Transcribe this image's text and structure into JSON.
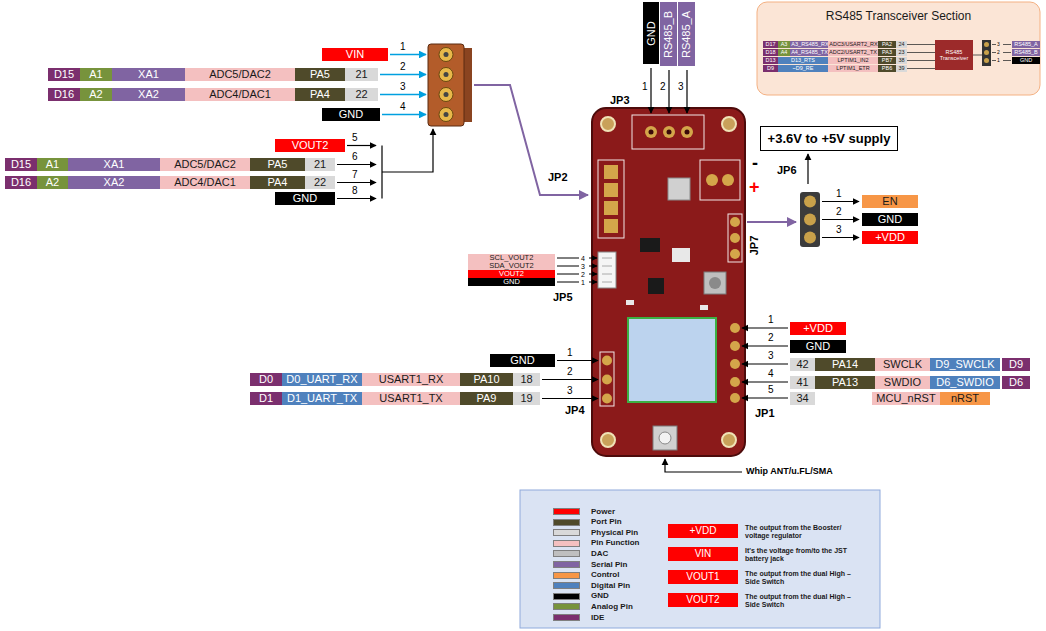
{
  "diagram": {
    "nodes": [
      {
        "text": [
          "VIN"
        ]
      },
      {
        "text": [
          "D15"
        ]
      },
      {
        "text": [
          "A1"
        ]
      },
      {
        "text": [
          "XA1"
        ]
      },
      {
        "text": [
          "ADC5/DAC2"
        ]
      },
      {
        "text": [
          "PA5"
        ]
      },
      {
        "text": [
          "21"
        ]
      },
      {
        "text": [
          "D16"
        ]
      },
      {
        "text": [
          "A2"
        ]
      },
      {
        "text": [
          "XA2"
        ]
      },
      {
        "text": [
          "ADC4/DAC1"
        ]
      },
      {
        "text": [
          "PA4"
        ]
      },
      {
        "text": [
          "22"
        ]
      },
      {
        "text": [
          "GND"
        ]
      },
      {
        "text": [
          "GND"
        ]
      },
      {
        "text": [
          "RS485_B"
        ]
      },
      {
        "text": [
          "RS485_A"
        ]
      },
      {
        "text": [
          "RS485 Transceiver Section"
        ]
      },
      {
        "text": [
          "D17"
        ],
        "in": 17
      },
      {
        "text": [
          "A3"
        ],
        "in": 17
      },
      {
        "text": [
          "A3_RS485_RX"
        ],
        "in": 17
      },
      {
        "text": [
          "ADC3/USART2_RX"
        ],
        "in": 17
      },
      {
        "text": [
          "PA2"
        ],
        "in": 17
      },
      {
        "text": [
          "24"
        ],
        "in": 17
      },
      {
        "text": [
          "D18"
        ],
        "in": 17
      },
      {
        "text": [
          "A4"
        ],
        "in": 17
      },
      {
        "text": [
          "A4_RS485_TX"
        ],
        "in": 17
      },
      {
        "text": [
          "ADC2/USART2_TX"
        ],
        "in": 17
      },
      {
        "text": [
          "PA3"
        ],
        "in": 17
      },
      {
        "text": [
          "23"
        ],
        "in": 17
      },
      {
        "text": [
          "D13"
        ],
        "in": 17
      },
      {
        "text": [
          "D13_RTS"
        ],
        "in": 17
      },
      {
        "text": [
          "LPTIM1_IN2"
        ],
        "in": 17
      },
      {
        "text": [
          "PB7"
        ],
        "in": 17
      },
      {
        "text": [
          "38"
        ],
        "in": 17
      },
      {
        "text": [
          "D9"
        ],
        "in": 17
      },
      {
        "text": [
          "~D9_RE"
        ],
        "in": 17
      },
      {
        "text": [
          "LPTIM1_ETR"
        ],
        "in": 17
      },
      {
        "text": [
          "PB6"
        ],
        "in": 17
      },
      {
        "text": [
          "39"
        ],
        "in": 17
      },
      {
        "text": [
          "RS485 Transceiver"
        ],
        "in": 17
      },
      {
        "text": [
          "RS485_A"
        ],
        "in": 17
      },
      {
        "text": [
          "RS485_B"
        ],
        "in": 17
      },
      {
        "text": [
          "GND"
        ],
        "in": 17
      },
      {
        "text": [
          "+3.6V to +5V supply"
        ]
      },
      {
        "text": [
          "VOUT2"
        ]
      },
      {
        "text": [
          "D15"
        ]
      },
      {
        "text": [
          "A1"
        ]
      },
      {
        "text": [
          "XA1"
        ]
      },
      {
        "text": [
          "ADC5/DAC2"
        ]
      },
      {
        "text": [
          "PA5"
        ]
      },
      {
        "text": [
          "21"
        ]
      },
      {
        "text": [
          "D16"
        ]
      },
      {
        "text": [
          "A2"
        ]
      },
      {
        "text": [
          "XA2"
        ]
      },
      {
        "text": [
          "ADC4/DAC1"
        ]
      },
      {
        "text": [
          "PA4"
        ]
      },
      {
        "text": [
          "22"
        ]
      },
      {
        "text": [
          "GND"
        ]
      },
      {
        "text": [
          "EN"
        ]
      },
      {
        "text": [
          "GND"
        ]
      },
      {
        "text": [
          "+VDD"
        ]
      },
      {
        "text": [
          "SCL_VOUT2"
        ]
      },
      {
        "text": [
          "SDA_VOUT2"
        ]
      },
      {
        "text": [
          "VOUT2"
        ]
      },
      {
        "text": [
          "GND"
        ]
      },
      {
        "text": [
          "+VDD"
        ]
      },
      {
        "text": [
          "GND"
        ]
      },
      {
        "text": [
          "42"
        ]
      },
      {
        "text": [
          "PA14"
        ]
      },
      {
        "text": [
          "SWCLK"
        ]
      },
      {
        "text": [
          "D9_SWCLK"
        ]
      },
      {
        "text": [
          "D9"
        ]
      },
      {
        "text": [
          "41"
        ]
      },
      {
        "text": [
          "PA13"
        ]
      },
      {
        "text": [
          "SWDIO"
        ]
      },
      {
        "text": [
          "D6_SWDIO"
        ]
      },
      {
        "text": [
          "D6"
        ]
      },
      {
        "text": [
          "34"
        ]
      },
      {
        "text": [
          "MCU_nRST"
        ]
      },
      {
        "text": [
          "nRST"
        ]
      },
      {
        "text": [
          "GND"
        ]
      },
      {
        "text": [
          "D0"
        ]
      },
      {
        "text": [
          "D0_UART_RX"
        ]
      },
      {
        "text": [
          "USART1_RX"
        ]
      },
      {
        "text": [
          "PA10"
        ]
      },
      {
        "text": [
          "18"
        ]
      },
      {
        "text": [
          "D1"
        ]
      },
      {
        "text": [
          "D1_UART_TX"
        ]
      },
      {
        "text": [
          "USART1_TX"
        ]
      },
      {
        "text": [
          "PA9"
        ]
      },
      {
        "text": [
          "19"
        ]
      },
      {
        "text": [
          "+VDD"
        ]
      },
      {
        "text": [
          "VIN"
        ]
      },
      {
        "text": [
          "VOUT1"
        ]
      },
      {
        "text": [
          "VOUT2"
        ]
      }
    ],
    "edges": [
      {
        "from": 23,
        "to": 40,
        "arrow": "none"
      },
      {
        "from": 29,
        "to": 40,
        "arrow": "none"
      },
      {
        "from": 34,
        "to": 40,
        "arrow": "none"
      },
      {
        "from": 39,
        "to": 40,
        "arrow": "none"
      }
    ],
    "labels": [
      "1",
      "2",
      "3",
      "4",
      "5",
      "6",
      "7",
      "8",
      "1",
      "2",
      "3",
      "JP3",
      "JP2",
      "-",
      "+",
      "JP6",
      "1",
      "2",
      "3",
      "JP7",
      "4",
      "3",
      "2",
      "1",
      "JP5",
      "1",
      "2",
      "3",
      "4",
      "5",
      "JP1",
      "1",
      "2",
      "3",
      "JP4",
      "Whip ANT/u.FL/SMA",
      "3",
      "2",
      "1",
      "The output from the Booster/ voltage regulator",
      "It's the voltage from/to the JST battery jack",
      "The output from the dual High – Side Switch",
      "The output from the dual High – Side Switch"
    ],
    "legend": [
      {
        "text": "Power",
        "color": "#ff0000"
      },
      {
        "text": "Port Pin",
        "color": "#4f4a2a"
      },
      {
        "text": "Physical Pin",
        "color": "#d9d9d9"
      },
      {
        "text": "Pin Function",
        "color": "#f4c0c0"
      },
      {
        "text": "DAC",
        "color": "#bfbfbf"
      },
      {
        "text": "Serial Pin",
        "color": "#8064a2"
      },
      {
        "text": "Control",
        "color": "#f79646"
      },
      {
        "text": "Digital Pin",
        "color": "#4f81bd"
      },
      {
        "text": "GND",
        "color": "#000000"
      },
      {
        "text": "Analog Pin",
        "color": "#77933c"
      },
      {
        "text": "IDE",
        "color": "#7b2f6e"
      }
    ]
  }
}
